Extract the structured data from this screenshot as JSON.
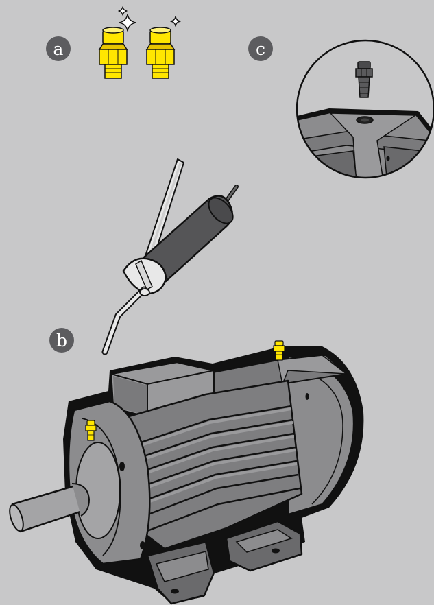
{
  "labels": {
    "a": "a",
    "b": "b",
    "c": "c"
  },
  "colors": {
    "background": "#c8c8c9",
    "label_badge": "#5c5c5f",
    "fitting_yellow": "#ffe600",
    "fitting_yellow_shade": "#e8c500",
    "outline": "#111111",
    "motor_body": "#8c8c8e",
    "motor_dark": "#5a5a5c",
    "motor_light": "#a4a4a6",
    "gun_barrel": "#555557",
    "gun_handle": "#e8e8e8"
  },
  "icons": {
    "sparkle": "sparkle-icon",
    "fitting": "grease-nipple-icon",
    "grease_gun": "grease-gun-icon",
    "motor": "electric-motor-icon"
  }
}
